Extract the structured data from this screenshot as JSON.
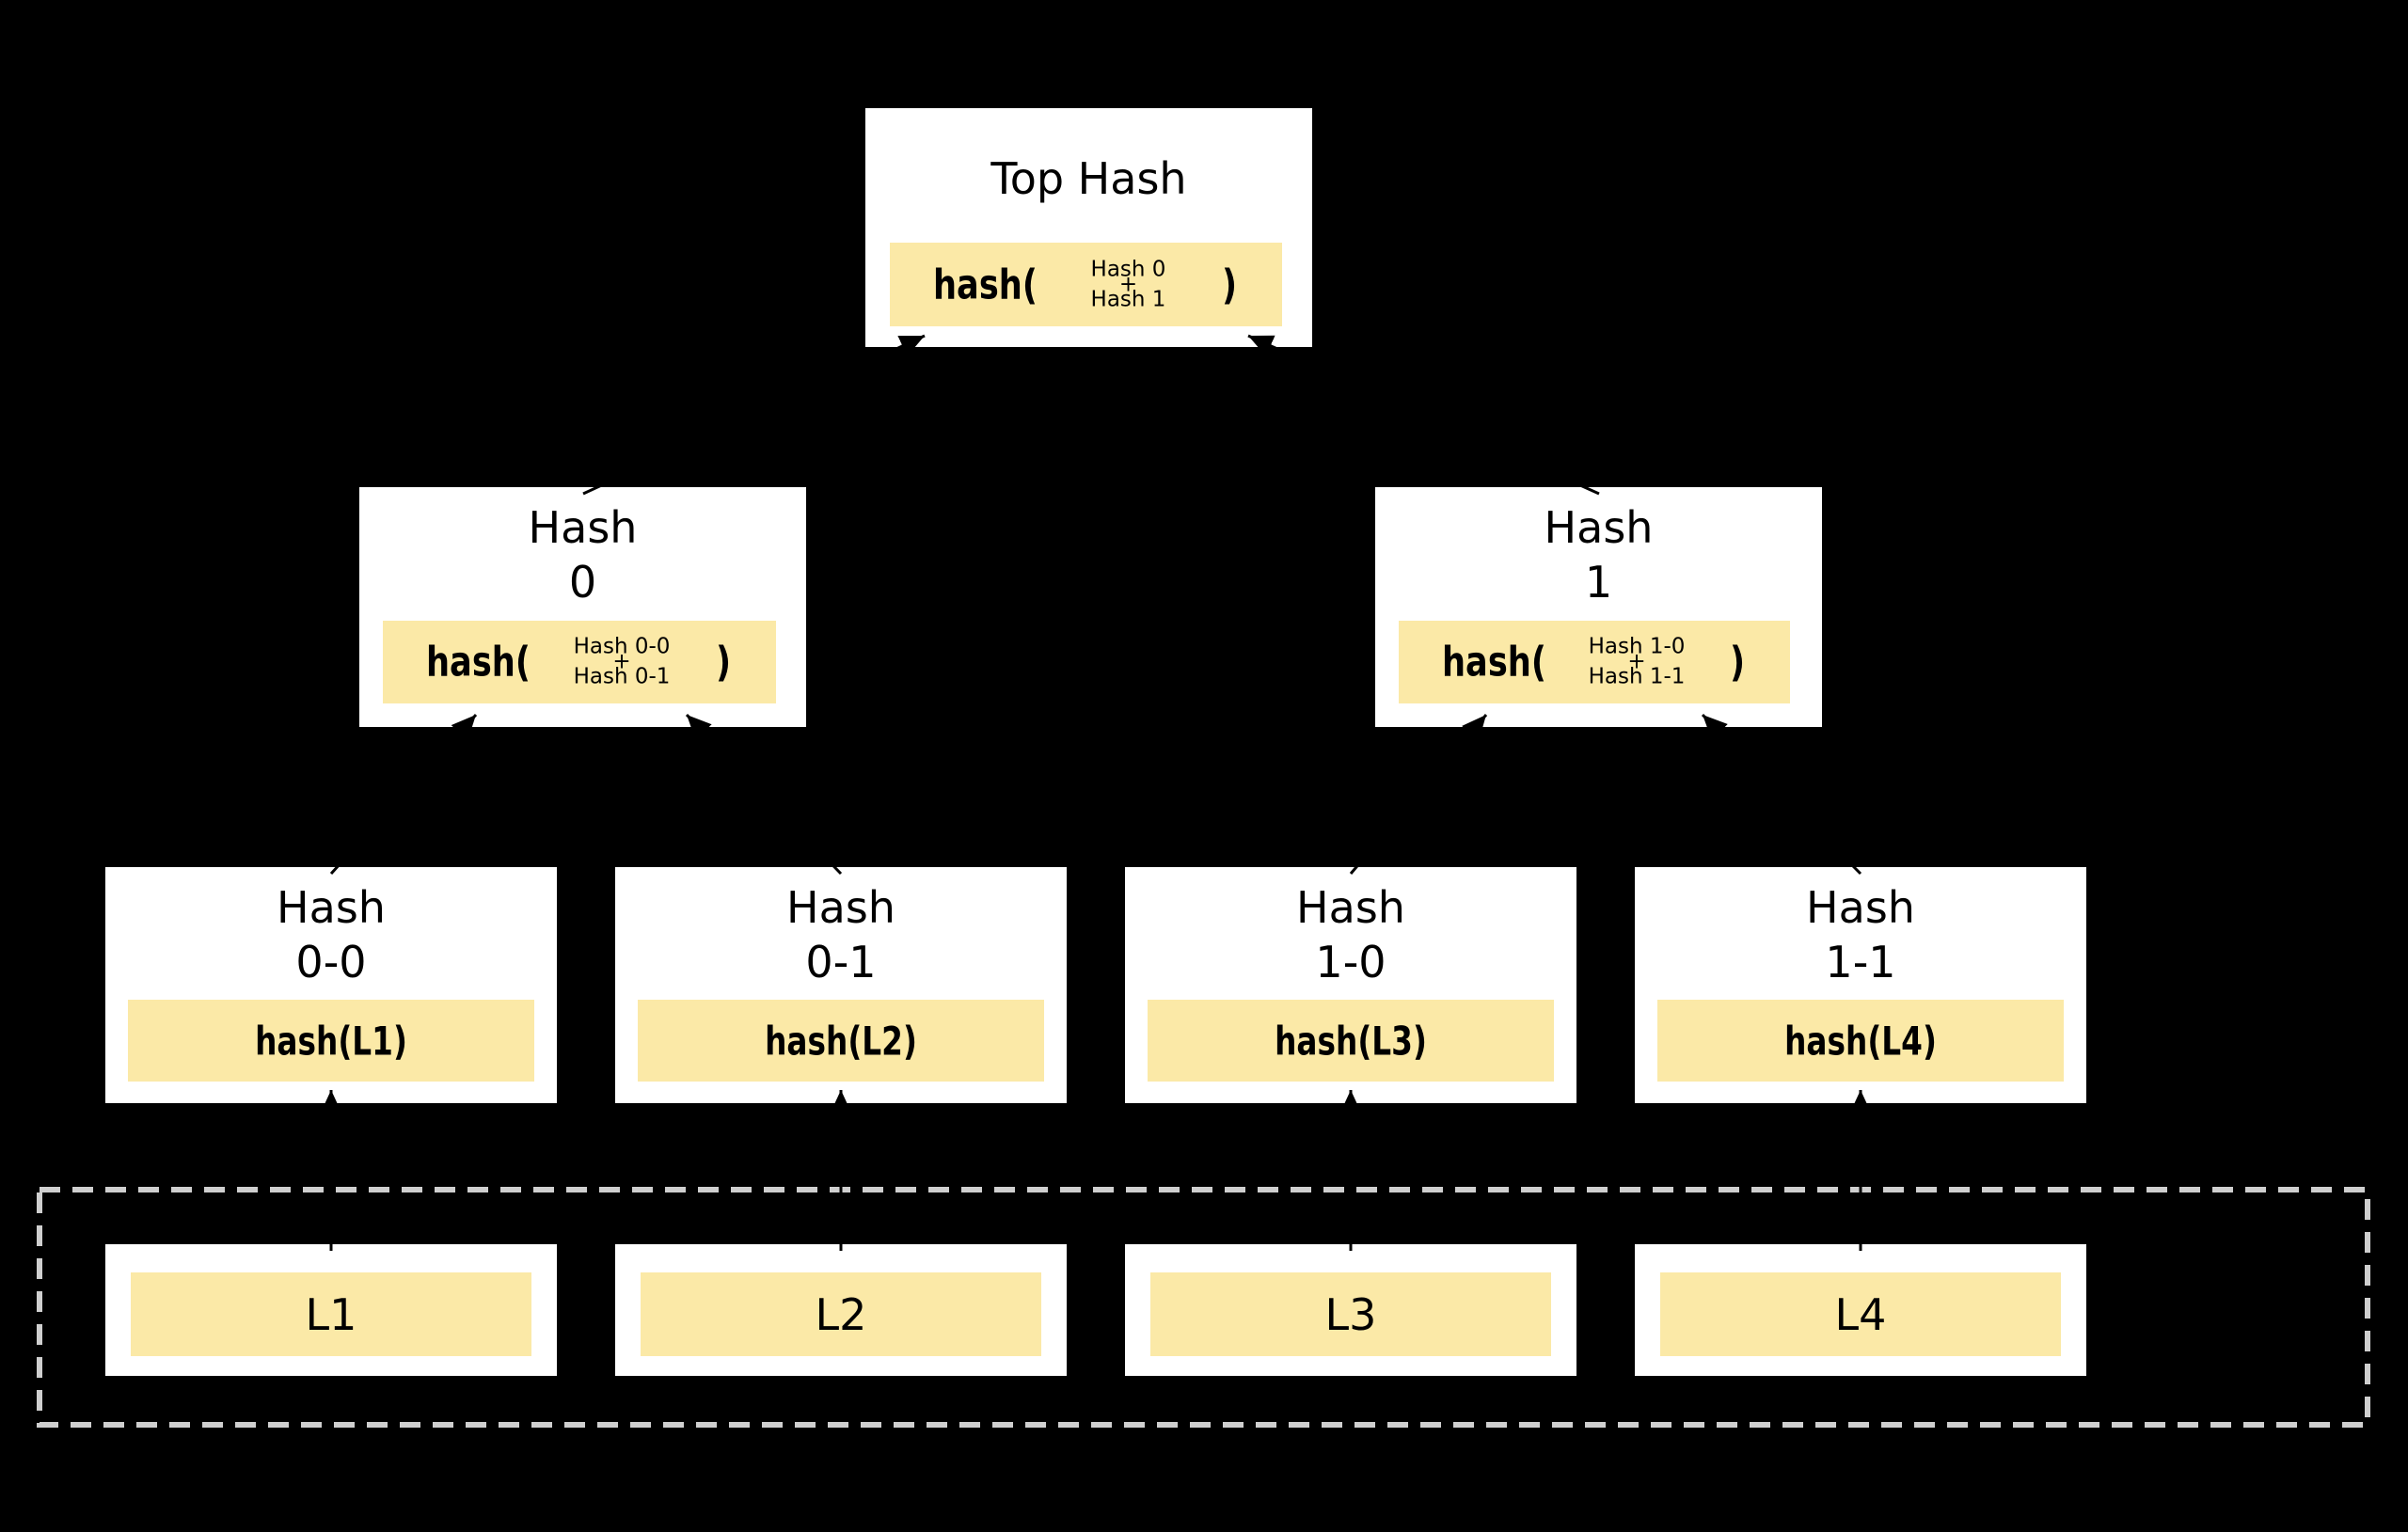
{
  "colors": {
    "background": "#000000",
    "node_fill": "#ffffff",
    "highlight_fill": "#fbe9a7",
    "dashed_border": "#cfcfcf",
    "arrow": "#000000",
    "text": "#000000"
  },
  "nodes": {
    "root": {
      "title": "Top Hash",
      "func": "hash(",
      "arg1": "Hash 0",
      "op": "+",
      "arg2": "Hash 1",
      "close": ")"
    },
    "branches": [
      {
        "title_line1": "Hash",
        "title_line2": "0",
        "func": "hash(",
        "arg1": "Hash 0-0",
        "op": "+",
        "arg2": "Hash 0-1",
        "close": ")"
      },
      {
        "title_line1": "Hash",
        "title_line2": "1",
        "func": "hash(",
        "arg1": "Hash 1-0",
        "op": "+",
        "arg2": "Hash 1-1",
        "close": ")"
      }
    ],
    "leaf_hashes": [
      {
        "title_line1": "Hash",
        "title_line2": "0-0",
        "label": "hash(L1)"
      },
      {
        "title_line1": "Hash",
        "title_line2": "0-1",
        "label": "hash(L2)"
      },
      {
        "title_line1": "Hash",
        "title_line2": "1-0",
        "label": "hash(L3)"
      },
      {
        "title_line1": "Hash",
        "title_line2": "1-1",
        "label": "hash(L4)"
      }
    ],
    "data_blocks": [
      {
        "label": "L1"
      },
      {
        "label": "L2"
      },
      {
        "label": "L3"
      },
      {
        "label": "L4"
      }
    ]
  }
}
